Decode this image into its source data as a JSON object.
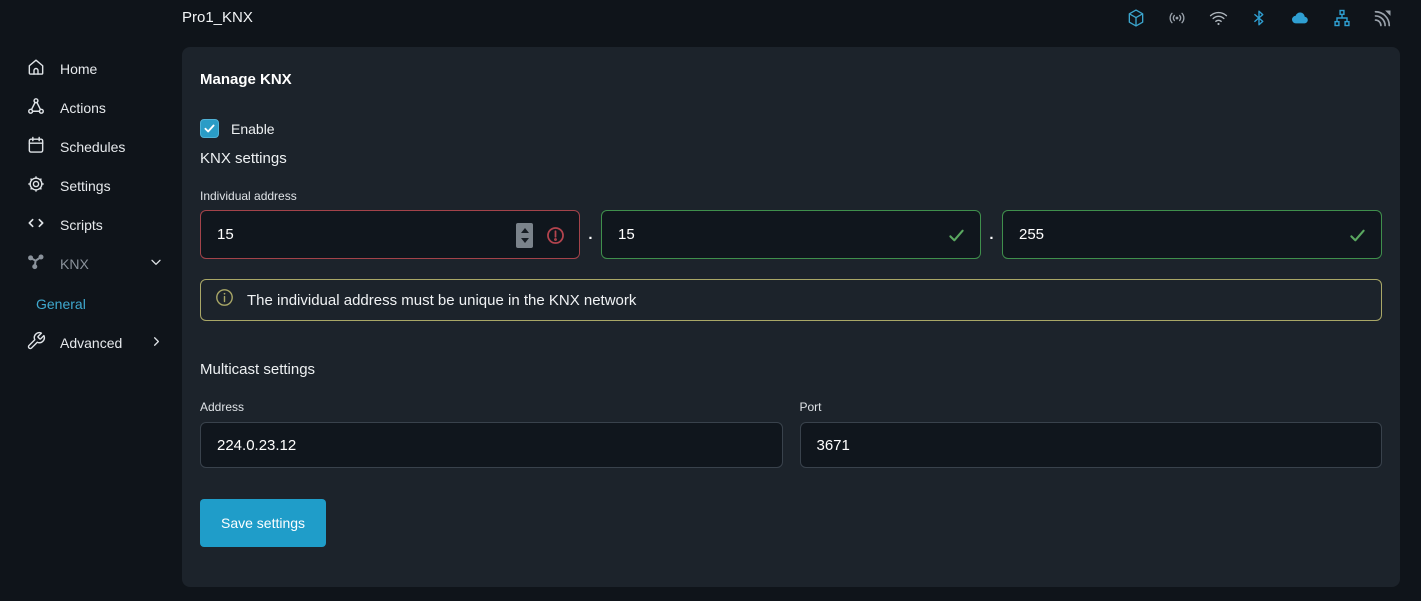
{
  "topbar": {
    "title": "Pro1_KNX",
    "status_icons": [
      "cube-icon",
      "broadcast-icon",
      "wifi-icon",
      "bluetooth-icon",
      "cloud-icon",
      "lan-icon",
      "cast-icon"
    ]
  },
  "sidebar": {
    "items": [
      {
        "label": "Home",
        "icon": "home-icon"
      },
      {
        "label": "Actions",
        "icon": "actions-icon"
      },
      {
        "label": "Schedules",
        "icon": "calendar-icon"
      },
      {
        "label": "Settings",
        "icon": "gear-icon"
      },
      {
        "label": "Scripts",
        "icon": "code-icon"
      },
      {
        "label": "KNX",
        "icon": "knx-nodes-icon",
        "expanded": true
      },
      {
        "label": "General",
        "active": true
      },
      {
        "label": "Advanced",
        "icon": "wrench-icon"
      }
    ]
  },
  "main": {
    "heading": "Manage KNX",
    "enable_label": "Enable",
    "knx_settings_label": "KNX settings",
    "individual_address": {
      "label": "Individual address",
      "separator": ".",
      "segments": [
        {
          "value": "15",
          "state": "error"
        },
        {
          "value": "15",
          "state": "valid"
        },
        {
          "value": "255",
          "state": "valid"
        }
      ]
    },
    "info_message": "The individual address must be unique in the KNX network",
    "multicast": {
      "heading": "Multicast settings",
      "address_label": "Address",
      "address_value": "224.0.23.12",
      "port_label": "Port",
      "port_value": "3671"
    },
    "save_button_label": "Save settings"
  },
  "colors": {
    "accent": "#1f9dc9",
    "error": "#a3434a",
    "success": "#3f8f4c",
    "warning_border": "#a9a767",
    "active_link": "#3fa9cf"
  }
}
